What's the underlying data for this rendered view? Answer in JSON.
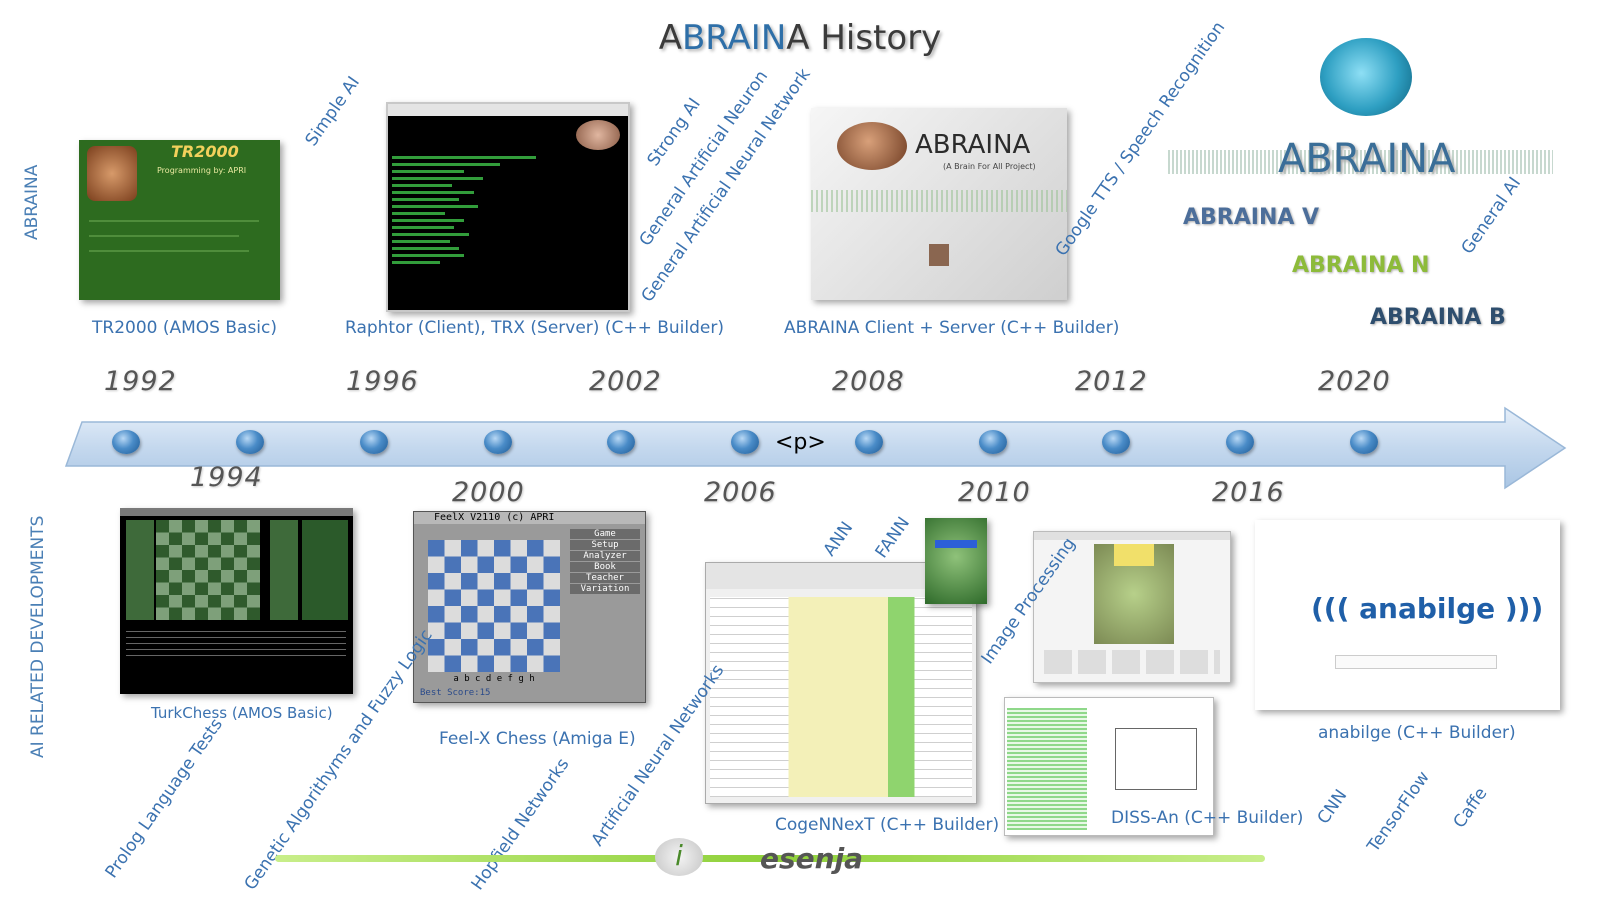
{
  "title": {
    "part1": "A",
    "part2": "BRAIN",
    "part3": "A History"
  },
  "side_labels": {
    "top": "ABRAINA",
    "bottom": "AI RELATED DEVELOPMENTS"
  },
  "years_top": [
    "1992",
    "1996",
    "2002",
    "2008",
    "2012",
    "2020"
  ],
  "years_bottom": [
    "1994",
    "2000",
    "2006",
    "2010",
    "2016"
  ],
  "arrow_text": "<p>",
  "captions_top": {
    "tr2000": "TR2000 (AMOS Basic)",
    "raphtor": "Raphtor (Client), TRX (Server) (C++ Builder)",
    "abraina_cs": "ABRAINA Client + Server (C++ Builder)"
  },
  "rotated_top": {
    "simple_ai": "Simple AI",
    "strong_ai": "Strong AI",
    "gen_neuron": "General Artificial Neuron",
    "gen_network": "General Artificial Neural Network",
    "tts": "Google TTS / Speech Recognition",
    "general_ai": "General AI"
  },
  "abraina_versions": {
    "v": "ABRAINA V",
    "n": "ABRAINA N",
    "b": "ABRAINA B"
  },
  "abraina_logo": "ABRAINA",
  "abraina_cs_shot": {
    "logo": "ABRAINA",
    "sub": "(A Brain For All Project)"
  },
  "captions_bottom": {
    "turkchess": "TurkChess (AMOS Basic)",
    "feelx": "Feel-X Chess (Amiga E)",
    "cogennext": "CogeNNexT (C++ Builder)",
    "dissan": "DISS-An (C++ Builder)",
    "anabilge": "anabilge (C++ Builder)"
  },
  "rotated_bottom": {
    "prolog": "Prolog Language Tests",
    "genetic": "Genetic Algorithyms and Fuzzy Logic",
    "hopfield": "Hopfield Networks",
    "ann_full": "Artificial Neural Networks",
    "ann": "ANN",
    "fann": "FANN",
    "image": "Image Processing",
    "cnn": "CNN",
    "tensorflow": "TensorFlow",
    "caffe": "Caffe"
  },
  "feelx_shot": {
    "title": "FeelX V2110 (c) APRI",
    "menu": [
      "Game",
      "Setup",
      "Analyzer",
      "Book",
      "Teacher",
      "Variation"
    ],
    "files": "a b c d e f g h",
    "score": "Best Score:15"
  },
  "anabilge_logo": "anabilge",
  "esenja_logo": "esenja",
  "tr2000_shot": {
    "logo": "TR2000",
    "credit": "Programming by: APRI"
  },
  "colors": {
    "accent": "#3b72b0",
    "arrow": "#c9ddf1",
    "green_bar": "#8fd13a"
  }
}
